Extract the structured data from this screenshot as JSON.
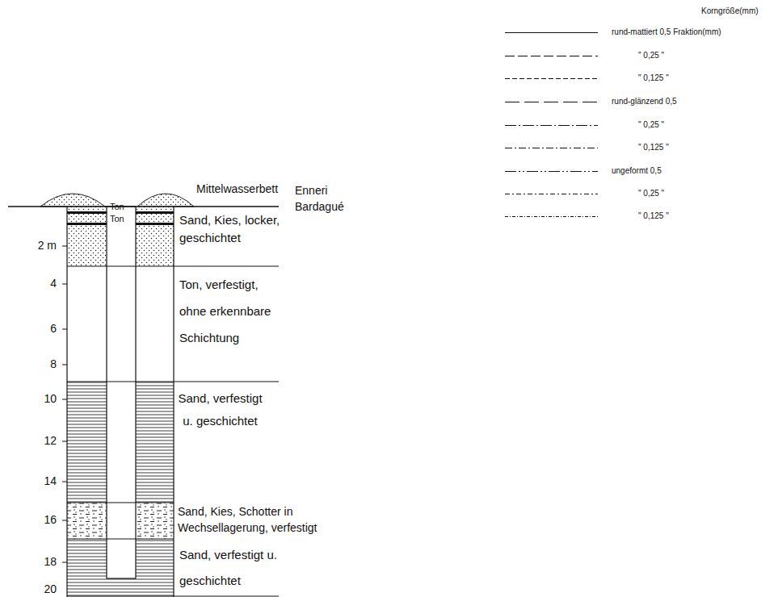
{
  "diagram": {
    "nodes": [
      {
        "text": [
          "Sand, Kies, locker, geschichtet"
        ]
      },
      {
        "text": [
          "Ton, verfestigt, ohne erkennbare Schichtung"
        ]
      },
      {
        "text": [
          "Sand, verfestigt u. geschichtet"
        ]
      },
      {
        "text": [
          "Sand, Kies, Schotter in Wechsellagerung, verfestigt"
        ]
      },
      {
        "text": [
          "Sand, verfestigt u. geschichtet"
        ]
      }
    ],
    "labels": [
      "Mittelwasserbett",
      "Enneri Bardagué",
      "Ton",
      "Ton",
      "2 m",
      "4",
      "6",
      "8",
      "10",
      "12",
      "14",
      "16",
      "18",
      "20",
      "Korngröße(mm)"
    ],
    "legend": [
      {
        "text": "rund-mattiert 0,5 Fraktion(mm)"
      },
      {
        "text": "\" 0,25 \""
      },
      {
        "text": "\" 0,125 \""
      },
      {
        "text": "rund-glänzend 0,5"
      },
      {
        "text": "\" 0,25 \""
      },
      {
        "text": "\" 0,125 \""
      },
      {
        "text": "ungeformt 0,5"
      },
      {
        "text": "\" 0,25 \""
      },
      {
        "text": "\" 0,125 \""
      }
    ]
  }
}
